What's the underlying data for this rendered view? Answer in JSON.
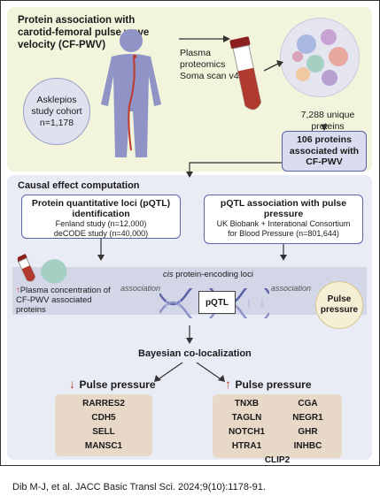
{
  "top": {
    "title": "Protein association with carotid-femoral pulse wave velocity (CF-PWV)",
    "cohort": [
      "Asklepios",
      "study cohort",
      "n=1,178"
    ],
    "plasma": [
      "Plasma",
      "proteomics",
      "Soma scan v4"
    ],
    "unique_proteins": [
      "7,288 unique",
      "proteins"
    ],
    "associated": [
      "106 proteins",
      "associated with",
      "CF-PWV"
    ]
  },
  "causal": {
    "heading": "Causal effect computation",
    "pqtl_box": {
      "title": "Protein quantitative loci (pQTL) identification",
      "lines": [
        "Fenland study (n=12,000)",
        "deCODE study (n=40,000)"
      ]
    },
    "pp_box": {
      "title": "pQTL association with pulse pressure",
      "lines": [
        "UK Biobank + Interational Consortium",
        "for Blood Pressure (n=801,644)"
      ]
    },
    "plasma_conc": "Plasma concentration of CF-PWV associated proteins",
    "association": "association",
    "cis_prefix": "cis",
    "cis_rest": " protein-encoding loci",
    "pqtl": "pQTL",
    "pulse_pressure": [
      "Pulse",
      "pressure"
    ]
  },
  "bayes": "Bayesian co-localization",
  "down": {
    "label": "Pulse pressure",
    "genes": [
      "RARRES2",
      "CDH5",
      "SELL",
      "MANSC1"
    ]
  },
  "up": {
    "label": "Pulse pressure",
    "genes": [
      "TNXB",
      "CGA",
      "TAGLN",
      "NEGR1",
      "NOTCH1",
      "GHR",
      "HTRA1",
      "INHBC"
    ],
    "last": "CLIP2"
  },
  "citation": "Dib M-J, et al. JACC Basic Transl Sci. 2024;9(10):1178-91.",
  "colors": {
    "arrow_up": "#c0392b",
    "arrow_down": "#c0392b",
    "accent": "#5a63a8"
  }
}
